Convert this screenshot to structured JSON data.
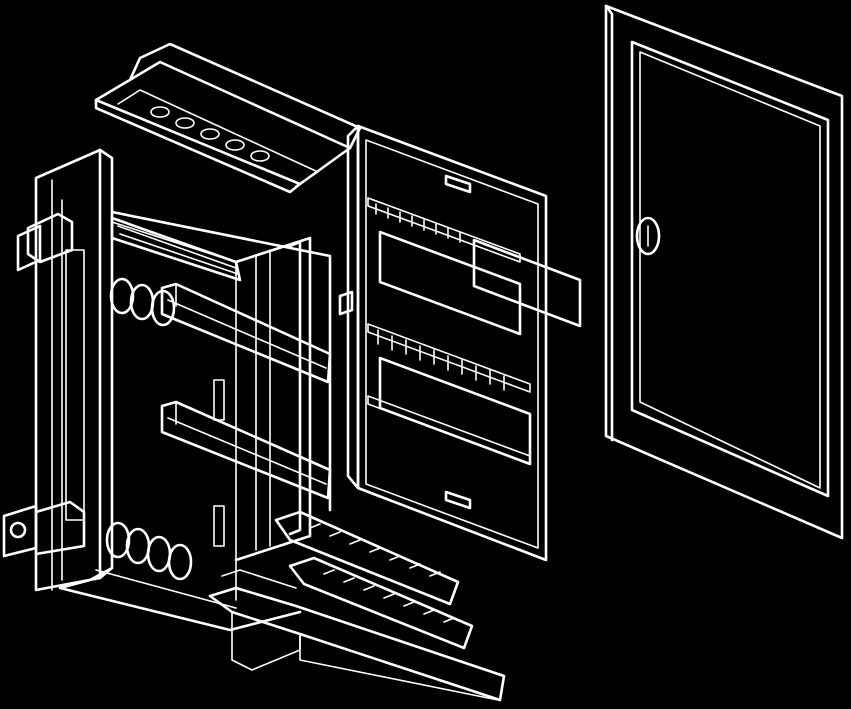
{
  "diagram": {
    "kind": "exploded-view line drawing",
    "palette": {
      "background": "#000000",
      "line": "#ffffff"
    },
    "parts": [
      {
        "id": "top-cover",
        "icon": "cover-plate"
      },
      {
        "id": "enclosure-box",
        "icon": "enclosure"
      },
      {
        "id": "din-rail",
        "icon": "din-rail"
      },
      {
        "id": "front-panel",
        "icon": "breaker-panel"
      },
      {
        "id": "terminal-strips",
        "icon": "terminal-block"
      },
      {
        "id": "bottom-rail",
        "icon": "rail"
      },
      {
        "id": "door",
        "icon": "door"
      },
      {
        "id": "door-lock",
        "icon": "lock-icon"
      }
    ]
  }
}
